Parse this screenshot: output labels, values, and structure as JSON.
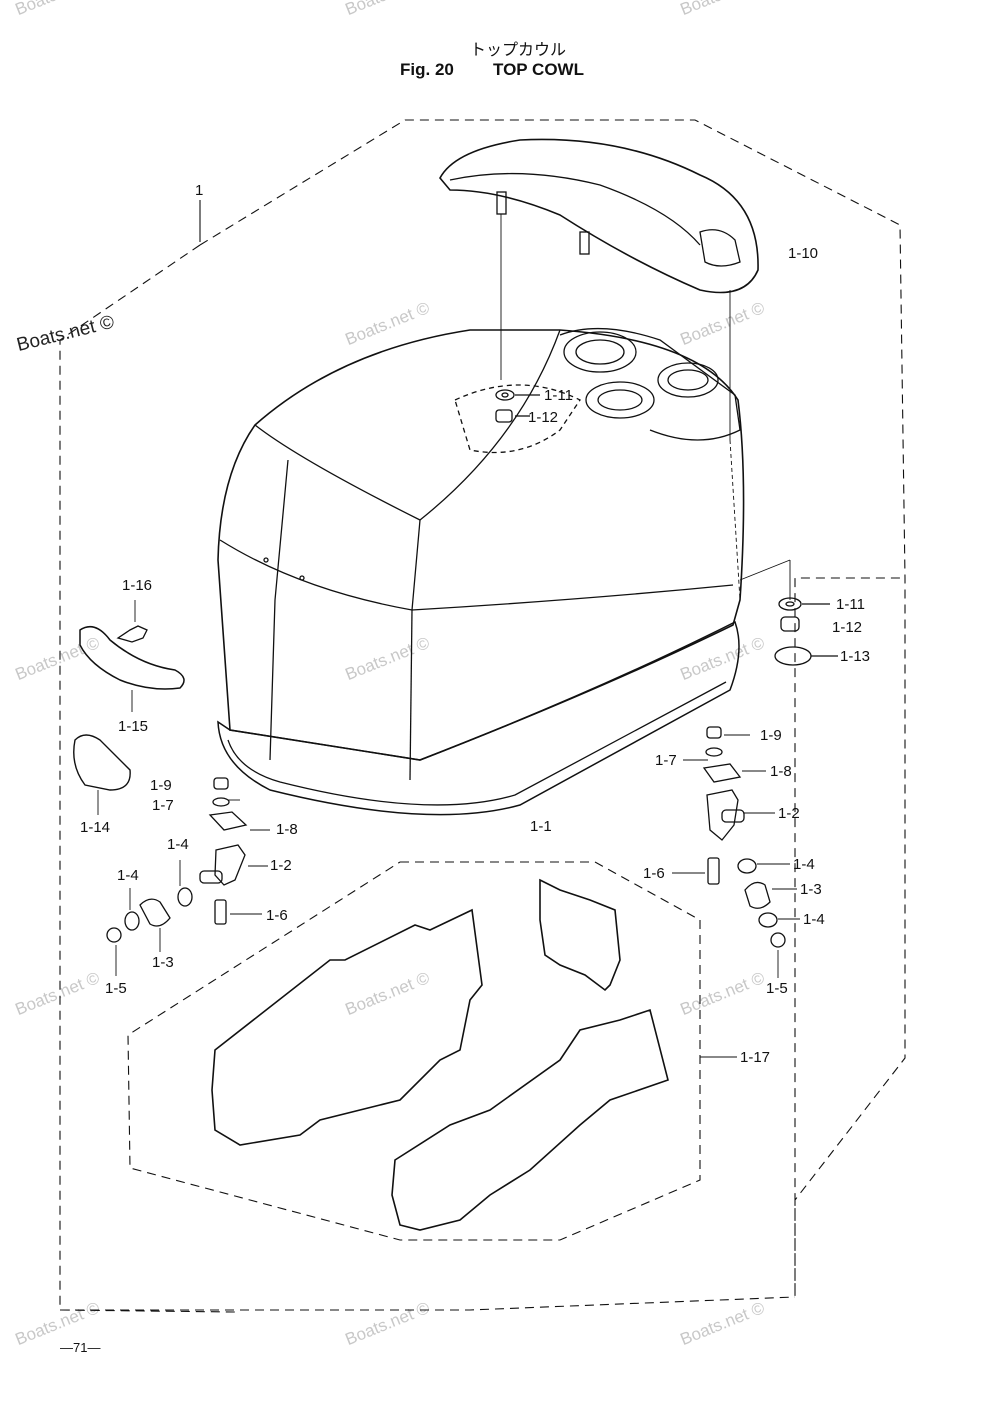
{
  "header": {
    "title_jp": "トップカウル",
    "fig_number": "Fig. 20",
    "fig_title": "TOP COWL"
  },
  "callouts": {
    "c1": "1",
    "c1_1": "1-1",
    "c1_2a": "1-2",
    "c1_2b": "1-2",
    "c1_3a": "1-3",
    "c1_3b": "1-3",
    "c1_4a": "1-4",
    "c1_4b": "1-4",
    "c1_4c": "1-4",
    "c1_4d": "1-4",
    "c1_5a": "1-5",
    "c1_5b": "1-5",
    "c1_6a": "1-6",
    "c1_6b": "1-6",
    "c1_7a": "1-7",
    "c1_7b": "1-7",
    "c1_8a": "1-8",
    "c1_8b": "1-8",
    "c1_9a": "1-9",
    "c1_9b": "1-9",
    "c1_10": "1-10",
    "c1_11a": "1-11",
    "c1_11b": "1-11",
    "c1_12a": "1-12",
    "c1_12b": "1-12",
    "c1_13": "1-13",
    "c1_14": "1-14",
    "c1_15": "1-15",
    "c1_16": "1-16",
    "c1_17": "1-17"
  },
  "watermark": {
    "text": "Boats.net ©"
  },
  "footer": {
    "page_number": "—71—"
  }
}
